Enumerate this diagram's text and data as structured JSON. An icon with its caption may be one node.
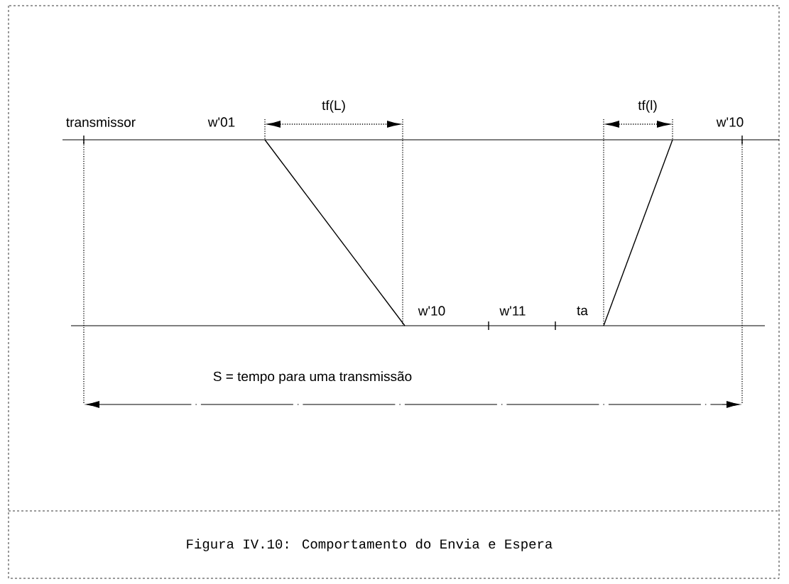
{
  "diagram": {
    "caption": "Figura IV.10: Comportamento do Envia e Espera",
    "labels": [
      "tf(L)",
      "tf(l)",
      "transmissor",
      "w'01",
      "w'10",
      "w'10",
      "w'11",
      "ta",
      "S = tempo para uma transmissão"
    ]
  }
}
